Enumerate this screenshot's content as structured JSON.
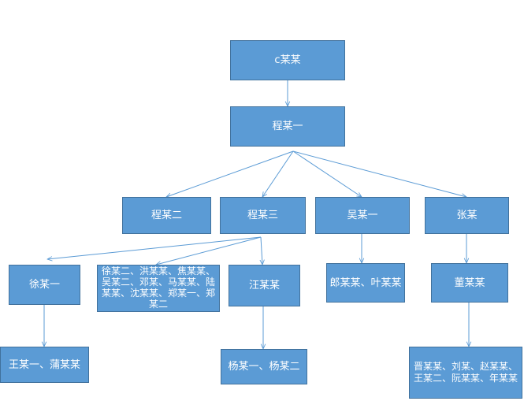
{
  "nodes": {
    "root": "c某某",
    "l1": "程某一",
    "c2": "程某二",
    "c3": "程某三",
    "wu1": "吴某一",
    "zhang": "张某",
    "xu1": "徐某一",
    "group": "徐某二、洪某某、焦某某、吴某二、邓某、马某某、陆某某、沈某某、郑某一、郑某二",
    "wang": "汪某某",
    "lang": "郎某某、叶某某",
    "dong": "董某某",
    "wangpu": "王某一、蒲某某",
    "yang": "杨某一、杨某二",
    "jin": "晋某某、刘某、赵某某、王某二、阮某某、年某某"
  },
  "colors": {
    "node_fill": "#5b9bd5",
    "node_border": "#41719c",
    "edge": "#5b9bd5",
    "text": "#ffffff"
  }
}
